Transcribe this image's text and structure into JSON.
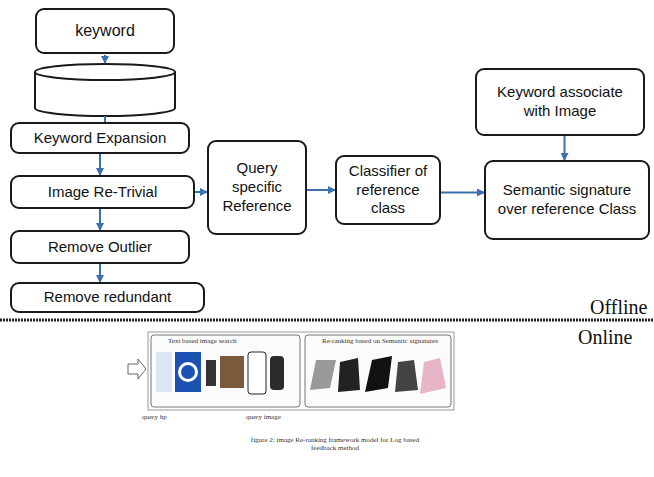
{
  "diagram": {
    "caption": "figure 2: image Re-ranking framework model for Log based feedback method",
    "nodes": [
      {
        "text": [
          "keyword"
        ]
      },
      {
        "text": [
          "Keyword Expansion"
        ]
      },
      {
        "text": [
          "Image Re-Trivial"
        ]
      },
      {
        "text": [
          "Remove Outlier"
        ]
      },
      {
        "text": [
          "Remove redundant"
        ]
      },
      {
        "text": [
          "Query specific Reference"
        ]
      },
      {
        "text": [
          "Classifier of reference class"
        ]
      },
      {
        "text": [
          "Keyword associate with Image"
        ]
      },
      {
        "text": [
          "Semantic signature over reference Class"
        ]
      }
    ],
    "edges": [
      {
        "from": 1,
        "to": 2,
        "arrow": "to"
      },
      {
        "from": 2,
        "to": 3,
        "arrow": "to"
      },
      {
        "from": 3,
        "to": 4,
        "arrow": "to"
      },
      {
        "from": 2,
        "to": 5,
        "arrow": "to"
      },
      {
        "from": 5,
        "to": 6,
        "arrow": "to"
      },
      {
        "from": 6,
        "to": 8,
        "arrow": "to"
      },
      {
        "from": 7,
        "to": 8,
        "arrow": "to"
      }
    ],
    "labels": [
      "Offline",
      "Online",
      "Text based image search",
      "Re-ranking based on Semantic signatures",
      "query hp",
      "query image"
    ]
  }
}
